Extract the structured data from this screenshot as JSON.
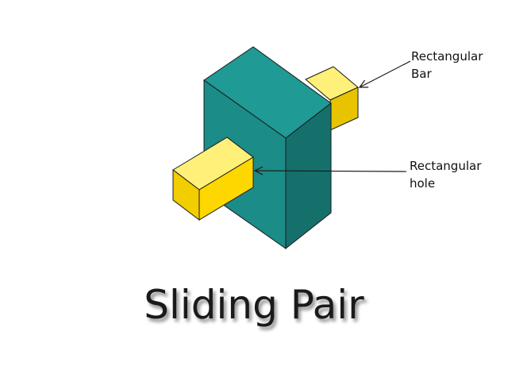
{
  "labels": {
    "bar_line1": "Rectangular",
    "bar_line2": "Bar",
    "hole_line1": "Rectangular",
    "hole_line2": "hole"
  },
  "title": "Sliding Pair",
  "colors": {
    "block_front": "#1b8c87",
    "block_side": "#15706c",
    "block_top": "#1f9a95",
    "bar_front": "#ffd700",
    "bar_side": "#e8c300",
    "bar_top": "#fff07a",
    "outline": "#1a1a1a"
  }
}
